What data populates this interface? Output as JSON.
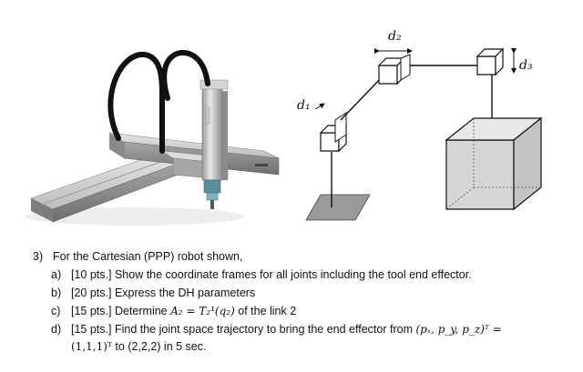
{
  "figure": {
    "labels": {
      "d1": "d₁",
      "d2": "d₂",
      "d3": "d₃"
    }
  },
  "question": {
    "number": "3)",
    "prompt": "For the Cartesian (PPP) robot shown,",
    "items": [
      {
        "letter": "a)",
        "points": "[10 pts.]",
        "text": "Show the coordinate frames for all joints including the tool end effector."
      },
      {
        "letter": "b)",
        "points": "[20 pts.]",
        "text": "Express the DH parameters"
      },
      {
        "letter": "c)",
        "points": "[15 pts.]",
        "text_before": "Determine",
        "math": "A₂ = T₂¹(q₂)",
        "text_after": "of the link 2"
      },
      {
        "letter": "d)",
        "points": "[15 pts.]",
        "text_before": "Find the joint space trajectory to bring the end effector from",
        "math": "(pₓ, p_y, p_z)ᵀ =",
        "line2_math": "(1,1,1)ᵀ",
        "line2_text": "to (2,2,2) in 5 sec."
      }
    ]
  }
}
